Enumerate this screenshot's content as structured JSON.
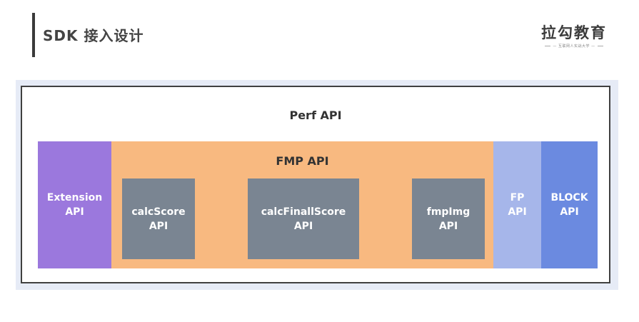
{
  "header": {
    "title": "SDK 接入设计",
    "logo_text": "拉勾教育",
    "logo_subtitle": "— 互联网人实战大学 —"
  },
  "diagram": {
    "perf_api": "Perf API",
    "extension_api": {
      "line1": "Extension",
      "line2": "API"
    },
    "fmp_api": "FMP API",
    "calc_score": {
      "line1": "calcScore",
      "line2": "API"
    },
    "calc_finall_score": {
      "line1": "calcFinallScore",
      "line2": "API"
    },
    "fmp_img": {
      "line1": "fmpImg",
      "line2": "API"
    },
    "fp_api": {
      "line1": "FP",
      "line2": "API"
    },
    "block_api": {
      "line1": "BLOCK",
      "line2": "API"
    }
  },
  "colors": {
    "extension": "#9b78dd",
    "fmp": "#f8b980",
    "inner_boxes": "#7a8592",
    "fp": "#a6b6ea",
    "block": "#6b8ae0",
    "frame_bg": "#e6ebf6"
  }
}
